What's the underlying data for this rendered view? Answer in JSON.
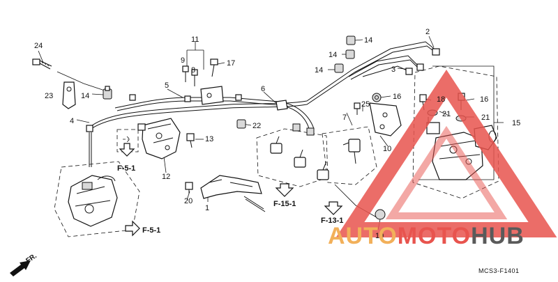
{
  "callouts": [
    "24",
    "23",
    "14",
    "4",
    "5",
    "11",
    "9",
    "8",
    "17",
    "6",
    "14",
    "14",
    "14",
    "2",
    "3",
    "16",
    "18",
    "21",
    "21",
    "15",
    "7",
    "25",
    "10",
    "22",
    "13",
    "12",
    "20",
    "1",
    "19"
  ],
  "section_refs": [
    "F-5-1",
    "F-5-1",
    "F-15-1",
    "F-13-1"
  ],
  "front_label": "FR.",
  "diagram_code": "MCS3-F1401",
  "watermark": {
    "part1": "AUTO",
    "part2": "MOTO",
    "part3": "HUB",
    "color1": "#f2b05a",
    "color2": "#e8544e",
    "color3": "#5a5a5a",
    "triangle_color": "#e8544e"
  }
}
